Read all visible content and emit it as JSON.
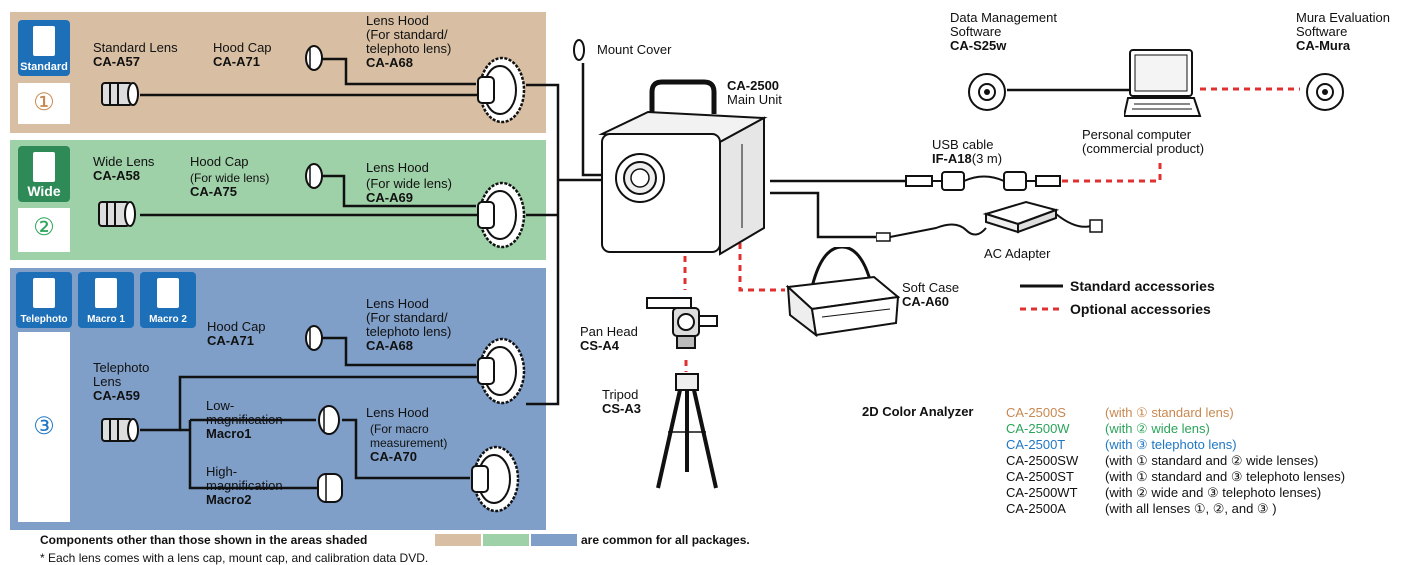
{
  "colors": {
    "standard": "#d8bfa3",
    "wide": "#9fd1a8",
    "telephoto": "#7f9fc9",
    "badge_blue": "#1d6fb8",
    "badge_green": "#2e8b57",
    "standard_text": "#c8884f",
    "wide_text": "#2aa45a",
    "telephoto_text": "#1f77c4",
    "optional_line": "#e03030"
  },
  "icons": [
    "lens-icon",
    "hood-cap-icon",
    "lens-hood-icon",
    "mount-cover-icon",
    "main-unit-icon",
    "software-disc-icon",
    "laptop-icon",
    "usb-cable-icon",
    "ac-adapter-icon",
    "soft-case-icon",
    "pan-head-icon",
    "tripod-icon"
  ],
  "standard": {
    "badge": "Standard",
    "num": "①",
    "lens_name": "Standard Lens",
    "lens_code": "CA-A57",
    "cap_name": "Hood Cap",
    "cap_code": "CA-A71",
    "hood_l1": "Lens Hood",
    "hood_l2": "(For standard/",
    "hood_l3": "telephoto lens)",
    "hood_code": "CA-A68"
  },
  "wide": {
    "badge": "Wide",
    "num": "②",
    "lens_name": "Wide Lens",
    "lens_code": "CA-A58",
    "cap_name": "Hood Cap",
    "cap_sub": "(For wide lens)",
    "cap_code": "CA-A75",
    "hood_l1": "Lens Hood",
    "hood_l2": "(For wide lens)",
    "hood_code": "CA-A69"
  },
  "tele": {
    "badge1": "Telephoto",
    "badge2": "Macro 1",
    "badge3": "Macro 2",
    "num": "③",
    "lens_l1": "Telephoto",
    "lens_l2": "Lens",
    "lens_code": "CA-A59",
    "cap_name": "Hood Cap",
    "cap_code": "CA-A71",
    "hood_l1": "Lens Hood",
    "hood_l2": "(For standard/",
    "hood_l3": "telephoto lens)",
    "hood_code": "CA-A68",
    "low_l1": "Low-",
    "low_l2": "magnification",
    "low_code": "Macro1",
    "high_l1": "High-",
    "high_l2": "magnification",
    "high_code": "Macro2",
    "mhood_l1": "Lens Hood",
    "mhood_l2": "(For macro",
    "mhood_l3": "measurement)",
    "mhood_code": "CA-A70"
  },
  "center": {
    "mount_cover": "Mount Cover",
    "main_code": "CA-2500",
    "main_name": "Main Unit",
    "pan_name": "Pan Head",
    "pan_code": "CS-A4",
    "tripod_name": "Tripod",
    "tripod_code": "CS-A3",
    "case_name": "Soft Case",
    "case_code": "CA-A60"
  },
  "right": {
    "dm_l1": "Data Management",
    "dm_l2": "Software",
    "dm_code": "CA-S25w",
    "mura_l1": "Mura Evaluation",
    "mura_l2": "Software",
    "mura_code": "CA-Mura",
    "pc_l1": "Personal computer",
    "pc_l2": "(commercial product)",
    "usb_l1": "USB cable",
    "usb_code": "IF-A18",
    "usb_len": "(3 m)",
    "ac": "AC Adapter"
  },
  "legend": {
    "std": "Standard accessories",
    "opt": "Optional accessories"
  },
  "footer": {
    "common_pre": "Components other than those shown in the areas shaded",
    "common_post": "are common for all packages.",
    "note": "* Each lens comes with a lens cap, mount cap, and calibration data DVD."
  },
  "models": {
    "title": "2D Color Analyzer",
    "rows": [
      {
        "code": "CA-2500S",
        "desc": "(with ① standard lens)"
      },
      {
        "code": "CA-2500W",
        "desc": "(with ② wide lens)"
      },
      {
        "code": "CA-2500T",
        "desc": "(with ③ telephoto lens)"
      },
      {
        "code": "CA-2500SW",
        "desc": "(with ① standard and ② wide lenses)"
      },
      {
        "code": "CA-2500ST",
        "desc": "(with ① standard and ③ telephoto lenses)"
      },
      {
        "code": "CA-2500WT",
        "desc": "(with ② wide and ③ telephoto lenses)"
      },
      {
        "code": "CA-2500A",
        "desc": "(with all lenses ①, ②, and ③ )"
      }
    ]
  }
}
